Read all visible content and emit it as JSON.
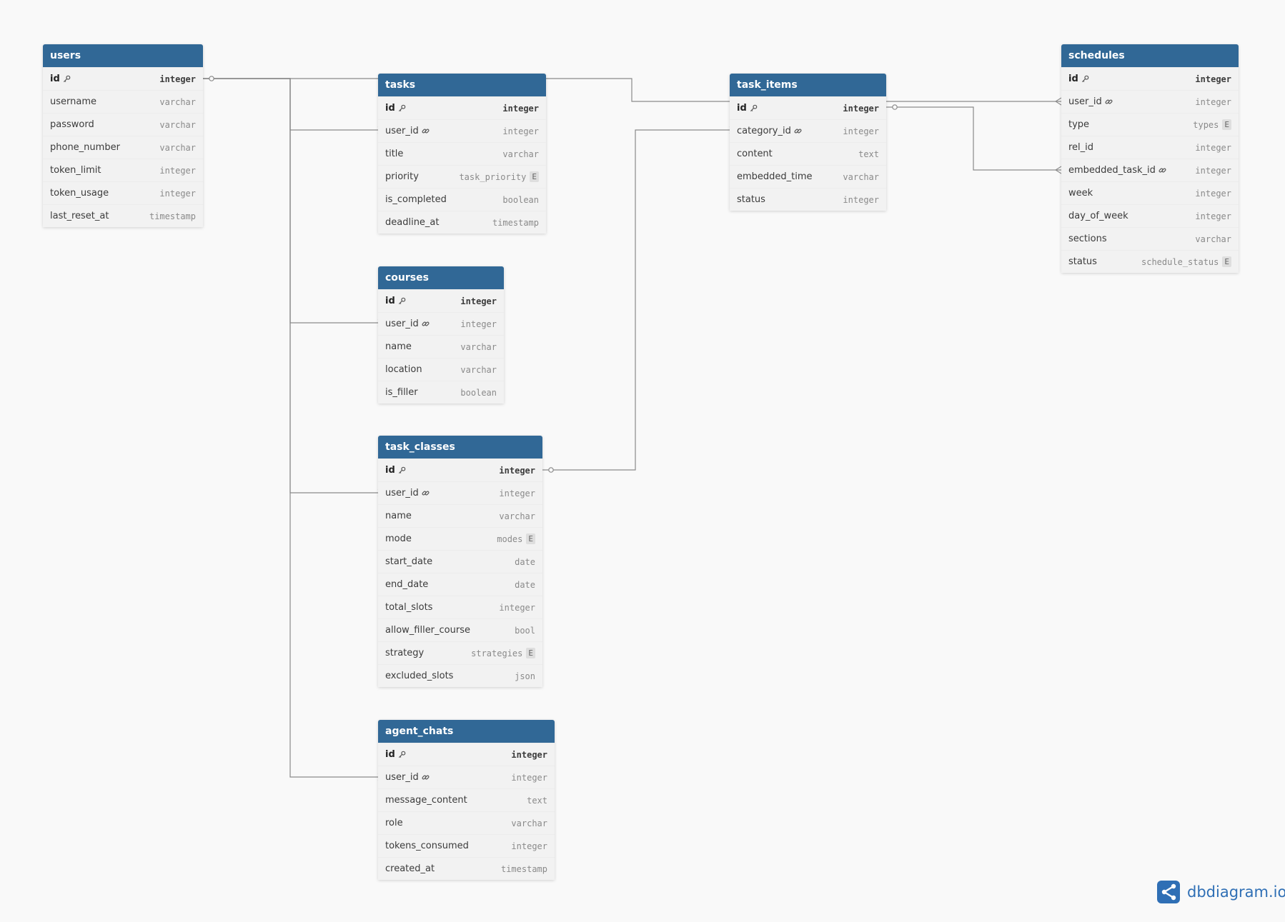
{
  "tables": [
    {
      "id": "users",
      "name": "users",
      "columns": [
        {
          "name": "id",
          "type": "integer",
          "pk": true
        },
        {
          "name": "username",
          "type": "varchar"
        },
        {
          "name": "password",
          "type": "varchar"
        },
        {
          "name": "phone_number",
          "type": "varchar"
        },
        {
          "name": "token_limit",
          "type": "integer"
        },
        {
          "name": "token_usage",
          "type": "integer"
        },
        {
          "name": "last_reset_at",
          "type": "timestamp"
        }
      ]
    },
    {
      "id": "tasks",
      "name": "tasks",
      "columns": [
        {
          "name": "id",
          "type": "integer",
          "pk": true
        },
        {
          "name": "user_id",
          "type": "integer",
          "fk": true
        },
        {
          "name": "title",
          "type": "varchar"
        },
        {
          "name": "priority",
          "type": "task_priority",
          "enum": true
        },
        {
          "name": "is_completed",
          "type": "boolean"
        },
        {
          "name": "deadline_at",
          "type": "timestamp"
        }
      ]
    },
    {
      "id": "courses",
      "name": "courses",
      "columns": [
        {
          "name": "id",
          "type": "integer",
          "pk": true
        },
        {
          "name": "user_id",
          "type": "integer",
          "fk": true
        },
        {
          "name": "name",
          "type": "varchar"
        },
        {
          "name": "location",
          "type": "varchar"
        },
        {
          "name": "is_filler",
          "type": "boolean"
        }
      ]
    },
    {
      "id": "task_classes",
      "name": "task_classes",
      "columns": [
        {
          "name": "id",
          "type": "integer",
          "pk": true
        },
        {
          "name": "user_id",
          "type": "integer",
          "fk": true
        },
        {
          "name": "name",
          "type": "varchar"
        },
        {
          "name": "mode",
          "type": "modes",
          "enum": true
        },
        {
          "name": "start_date",
          "type": "date"
        },
        {
          "name": "end_date",
          "type": "date"
        },
        {
          "name": "total_slots",
          "type": "integer"
        },
        {
          "name": "allow_filler_course",
          "type": "bool"
        },
        {
          "name": "strategy",
          "type": "strategies",
          "enum": true
        },
        {
          "name": "excluded_slots",
          "type": "json"
        }
      ]
    },
    {
      "id": "agent_chats",
      "name": "agent_chats",
      "columns": [
        {
          "name": "id",
          "type": "integer",
          "pk": true
        },
        {
          "name": "user_id",
          "type": "integer",
          "fk": true
        },
        {
          "name": "message_content",
          "type": "text"
        },
        {
          "name": "role",
          "type": "varchar"
        },
        {
          "name": "tokens_consumed",
          "type": "integer"
        },
        {
          "name": "created_at",
          "type": "timestamp"
        }
      ]
    },
    {
      "id": "task_items",
      "name": "task_items",
      "columns": [
        {
          "name": "id",
          "type": "integer",
          "pk": true
        },
        {
          "name": "category_id",
          "type": "integer",
          "fk": true
        },
        {
          "name": "content",
          "type": "text"
        },
        {
          "name": "embedded_time",
          "type": "varchar"
        },
        {
          "name": "status",
          "type": "integer"
        }
      ]
    },
    {
      "id": "schedules",
      "name": "schedules",
      "columns": [
        {
          "name": "id",
          "type": "integer",
          "pk": true
        },
        {
          "name": "user_id",
          "type": "integer",
          "fk": true
        },
        {
          "name": "type",
          "type": "types",
          "enum": true
        },
        {
          "name": "rel_id",
          "type": "integer"
        },
        {
          "name": "embedded_task_id",
          "type": "integer",
          "fk": true
        },
        {
          "name": "week",
          "type": "integer"
        },
        {
          "name": "day_of_week",
          "type": "integer"
        },
        {
          "name": "sections",
          "type": "varchar"
        },
        {
          "name": "status",
          "type": "schedule_status",
          "enum": true
        }
      ]
    }
  ],
  "relationships": [
    {
      "from": "users.id",
      "to": "tasks.user_id"
    },
    {
      "from": "users.id",
      "to": "courses.user_id"
    },
    {
      "from": "users.id",
      "to": "task_classes.user_id"
    },
    {
      "from": "users.id",
      "to": "agent_chats.user_id"
    },
    {
      "from": "users.id",
      "to": "schedules.user_id"
    },
    {
      "from": "task_classes.id",
      "to": "task_items.category_id"
    },
    {
      "from": "task_items.id",
      "to": "schedules.embedded_task_id"
    }
  ],
  "enum_badge": "E",
  "colors": {
    "header": "#316896",
    "body": "#f2f2f2",
    "line": "#8a8a8a",
    "brand": "#2f6fb5"
  },
  "icons": {
    "primary_key": "key-icon",
    "foreign_key": "link-icon",
    "brand": "dbdiagram-logo-icon"
  },
  "brand": {
    "name": "dbdiagram.io"
  }
}
